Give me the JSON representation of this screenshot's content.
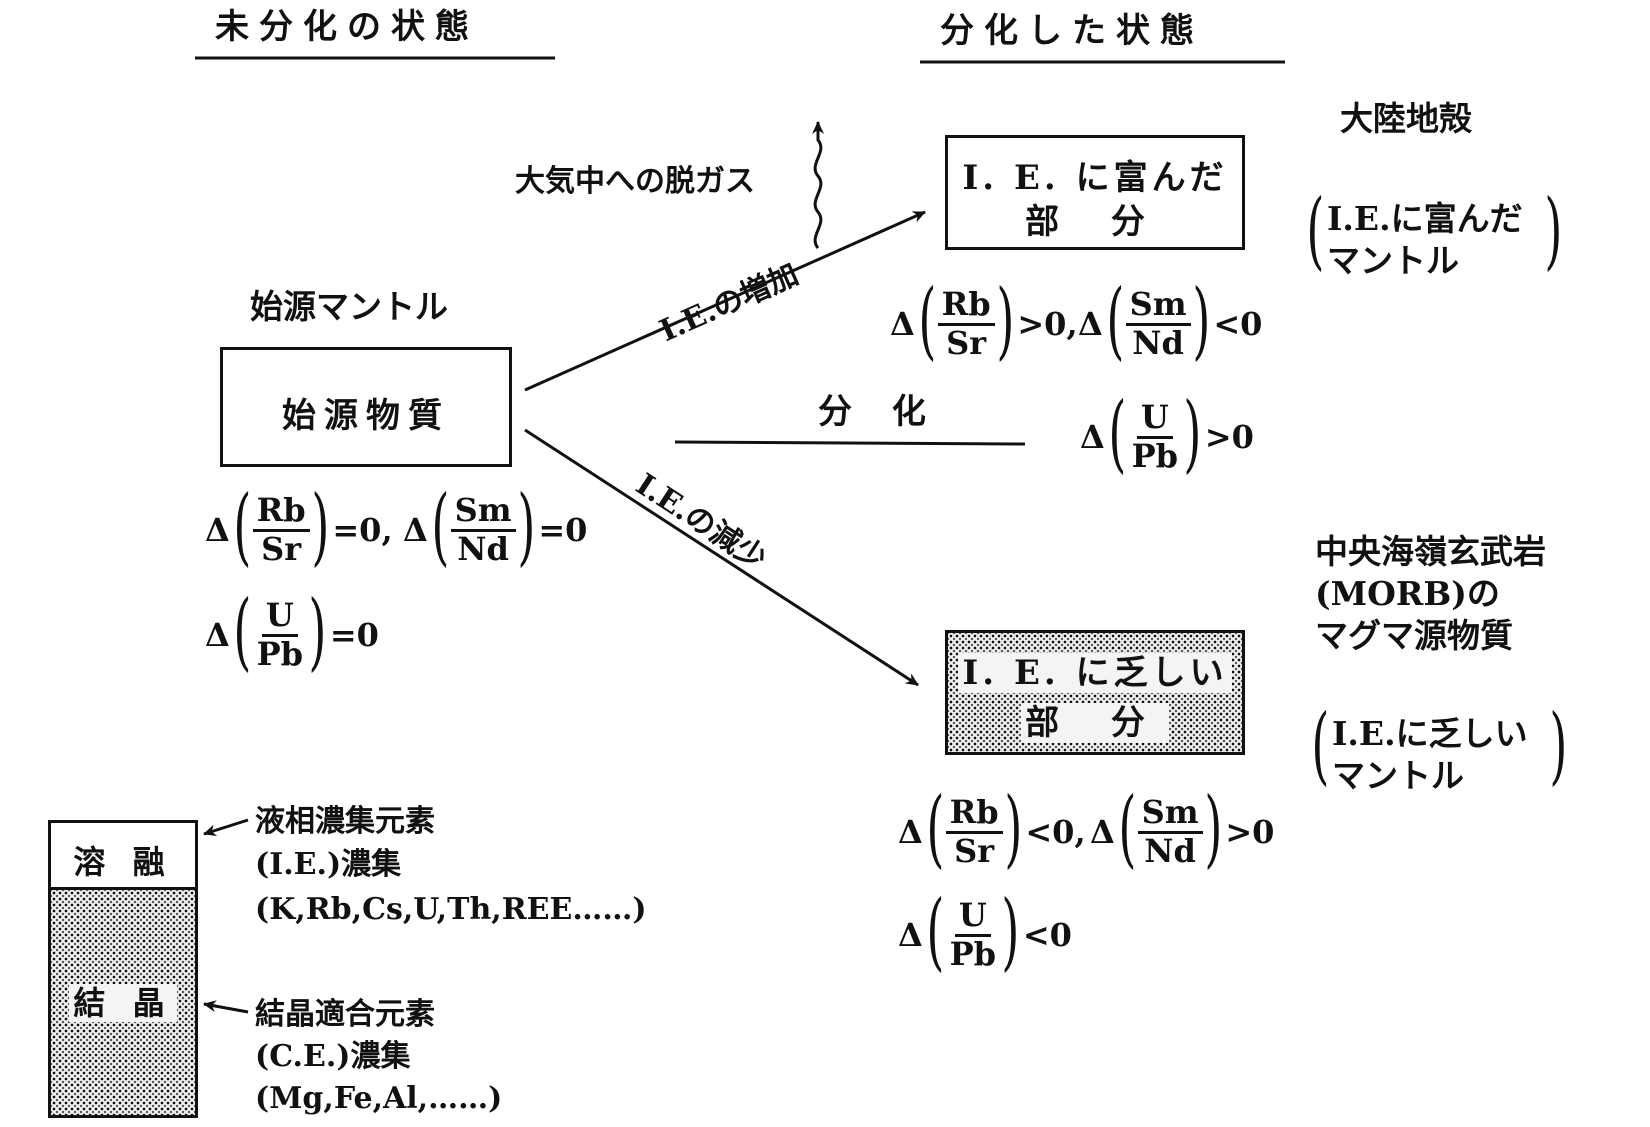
{
  "headers": {
    "undiff": "未分化の状態",
    "diff": "分化した状態"
  },
  "primitive": {
    "mantle_label": "始源マントル",
    "box_label": "始源物質",
    "f1": {
      "delta": "Δ",
      "num": "Rb",
      "den": "Sr",
      "rel": "=0,"
    },
    "f2": {
      "delta": "Δ",
      "num": "Sm",
      "den": "Nd",
      "rel": "=0"
    },
    "f3": {
      "delta": "Δ",
      "num": "U",
      "den": "Pb",
      "rel": "=0"
    }
  },
  "degas_label": "大気中への脱ガス",
  "arrow_up_label": "I.E.の増加",
  "arrow_down_label": "I.E.の減少",
  "diff_label": "分 化",
  "rich": {
    "box_line1": "I. E. に富んだ",
    "box_line2": "部 分",
    "f1": {
      "delta": "Δ",
      "num": "Rb",
      "den": "Sr",
      "rel": ">0,"
    },
    "f2": {
      "delta": "Δ",
      "num": "Sm",
      "den": "Nd",
      "rel": "<0"
    },
    "f3": {
      "delta": "Δ",
      "num": "U",
      "den": "Pb",
      "rel": ">0"
    },
    "side_title": "大陸地殻",
    "side_paren_line1": "I.E.に富んだ",
    "side_paren_line2": "マントル"
  },
  "poor": {
    "box_line1": "I. E. に乏しい",
    "box_line2": "部 分",
    "f1": {
      "delta": "Δ",
      "num": "Rb",
      "den": "Sr",
      "rel": "<0,"
    },
    "f2": {
      "delta": "Δ",
      "num": "Sm",
      "den": "Nd",
      "rel": ">0"
    },
    "f3": {
      "delta": "Δ",
      "num": "U",
      "den": "Pb",
      "rel": "<0"
    },
    "side_line1": "中央海嶺玄武岩",
    "side_line2": "(MORB)の",
    "side_line3": "マグマ源物質",
    "side_paren_line1": "I.E.に乏しい",
    "side_paren_line2": "マントル"
  },
  "legend": {
    "melt": "溶 融",
    "crystal": "結 晶",
    "melt_line1": "液相濃集元素",
    "melt_line2": "(I.E.)濃集",
    "melt_line3": "(K,Rb,Cs,U,Th,REE……)",
    "crystal_line1": "結晶適合元素",
    "crystal_line2": "(C.E.)濃集",
    "crystal_line3": "(Mg,Fe,Al,……)"
  }
}
